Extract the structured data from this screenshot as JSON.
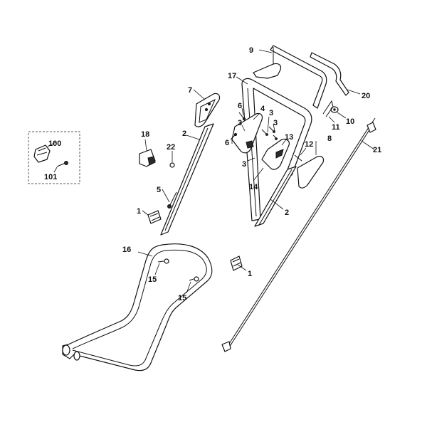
{
  "callouts": {
    "c1a": "1",
    "c1b": "1",
    "c2a": "2",
    "c2b": "2",
    "c3a": "3",
    "c3b": "3",
    "c3c": "3",
    "c3d": "3",
    "c4": "4",
    "c5": "5",
    "c6a": "6",
    "c6b": "6",
    "c7": "7",
    "c8": "8",
    "c9": "9",
    "c10": "10",
    "c11": "11",
    "c12": "12",
    "c13": "13",
    "c14": "14",
    "c15a": "15",
    "c15b": "15",
    "c16": "16",
    "c17": "17",
    "c18": "18",
    "c20": "20",
    "c21": "21",
    "c22": "22",
    "c100": "100",
    "c101": "101"
  }
}
